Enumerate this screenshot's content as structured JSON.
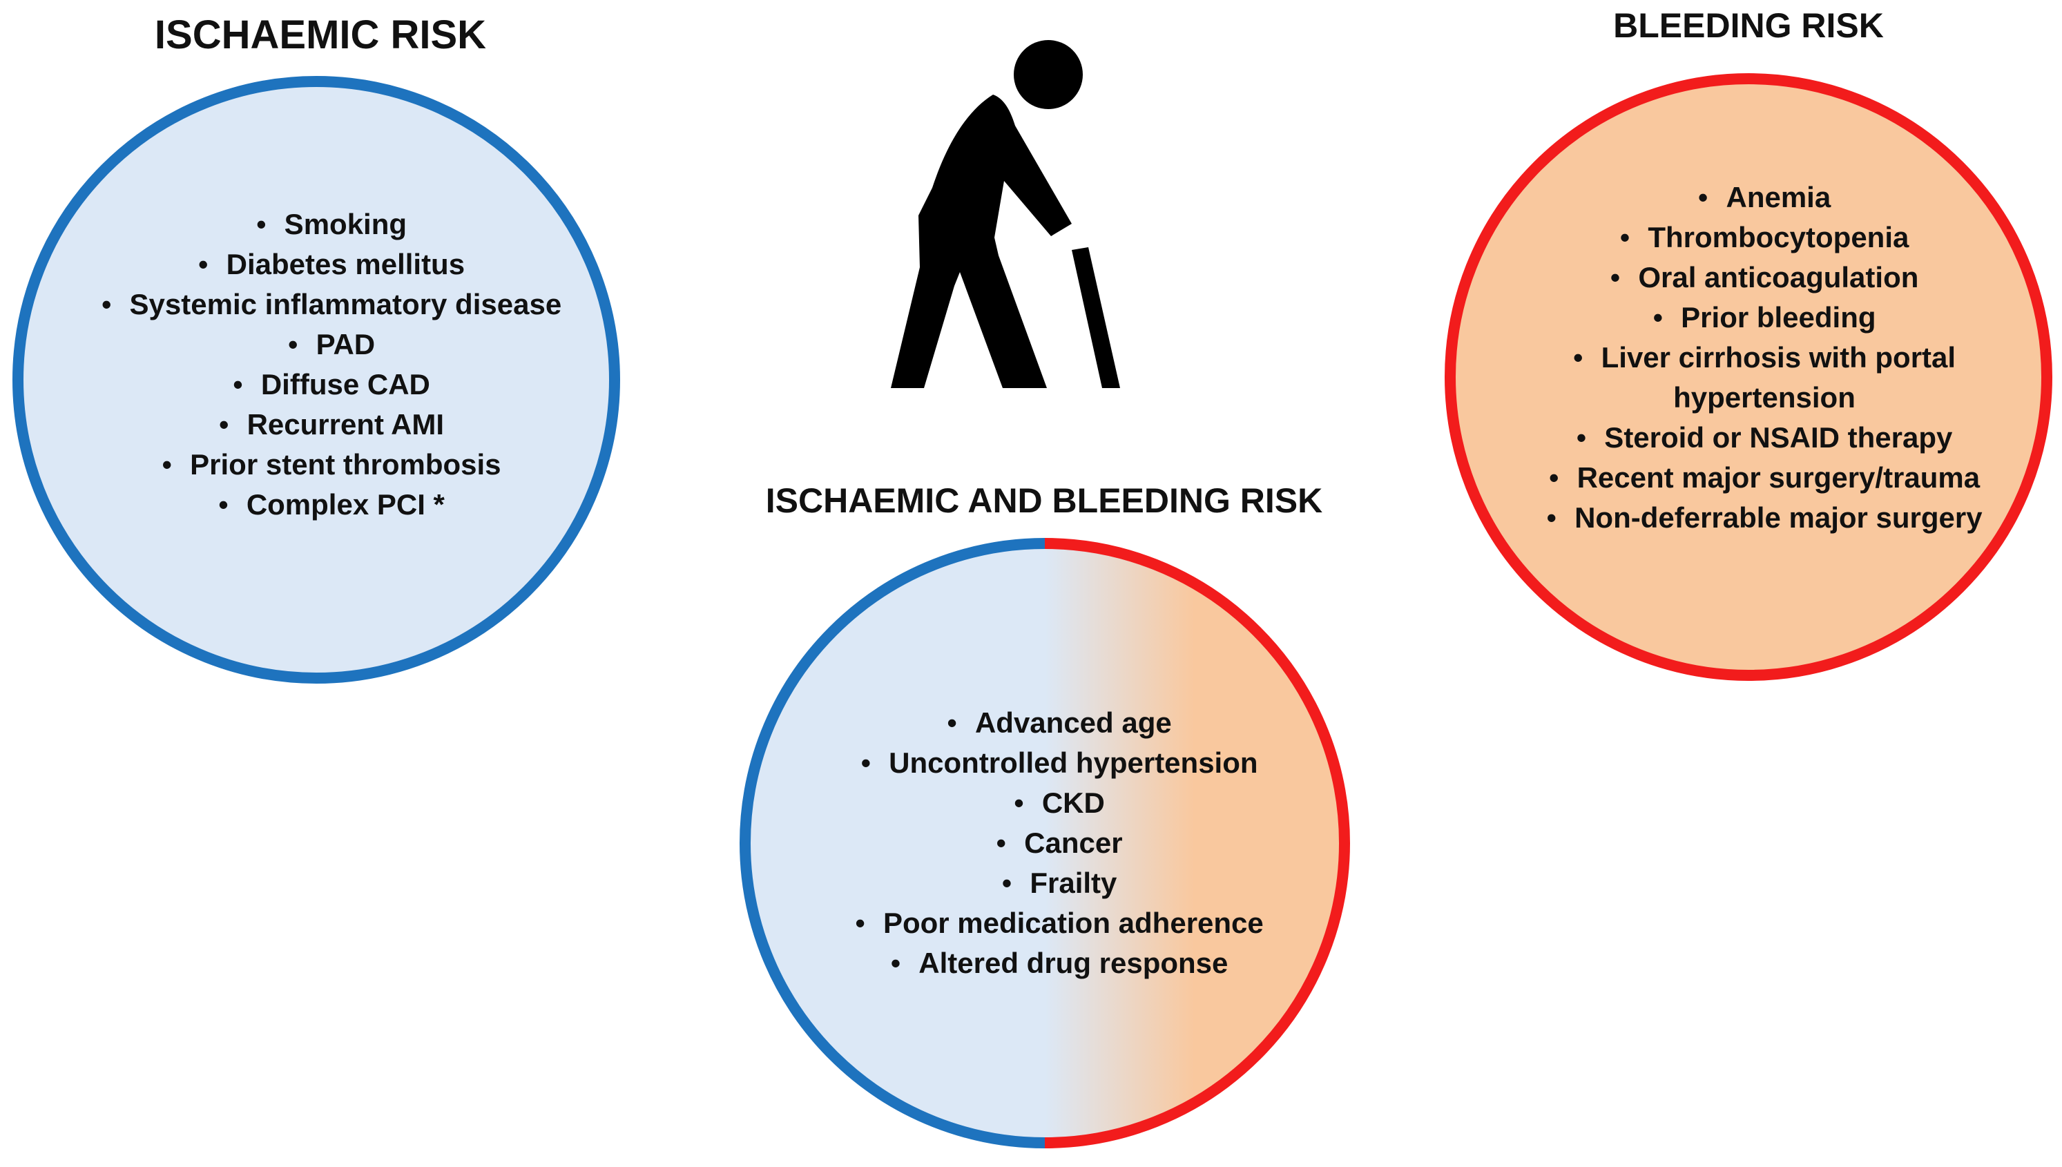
{
  "titles": {
    "ischaemic": "ISCHAEMIC RISK",
    "bleeding": "BLEEDING RISK",
    "both": "ISCHAEMIC AND BLEEDING RISK"
  },
  "icon": "elderly-person-with-cane-icon",
  "colors": {
    "ischaemic_border": "#1e73be",
    "ischaemic_fill": "#dce8f6",
    "bleeding_border": "#f21c1c",
    "bleeding_fill": "#f9c89e"
  },
  "ischaemic_risk": [
    "Smoking",
    "Diabetes mellitus",
    "Systemic inflammatory disease",
    "PAD",
    "Diffuse CAD",
    "Recurrent AMI",
    "Prior stent thrombosis",
    "Complex PCI *"
  ],
  "bleeding_risk": [
    "Anemia",
    "Thrombocytopenia",
    "Oral anticoagulation",
    "Prior bleeding",
    "Liver cirrhosis with portal",
    "hypertension",
    "Steroid or NSAID therapy",
    "Recent major surgery/trauma",
    "Non-deferrable major surgery"
  ],
  "both_risk": [
    "Advanced age",
    "Uncontrolled hypertension",
    "CKD",
    "Cancer",
    "Frailty",
    "Poor medication adherence",
    "Altered drug response"
  ],
  "bullet": "•"
}
